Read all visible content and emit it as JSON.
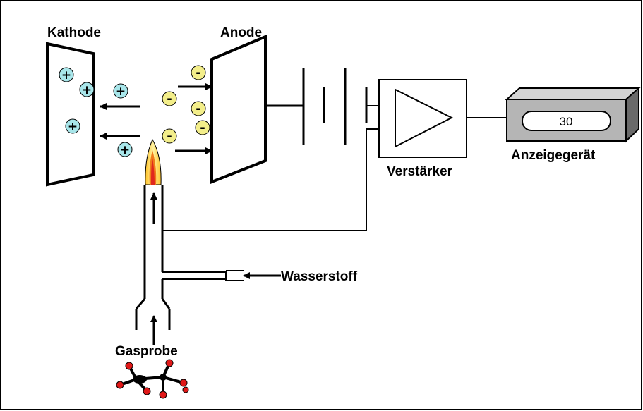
{
  "labels": {
    "kathode": "Kathode",
    "anode": "Anode",
    "verstaerker": "Verstärker",
    "anzeigegeraet": "Anzeigegerät",
    "wasserstoff": "Wasserstoff",
    "gasprobe": "Gasprobe"
  },
  "display": {
    "value": "30"
  },
  "ions": {
    "positive_symbol": "+",
    "negative_symbol": "-"
  },
  "colors": {
    "positive_ion": "#a8e6ea",
    "negative_ion": "#f3ee8a",
    "display_body": "#b5b5b5",
    "flame_outer": "#ffd23a",
    "flame_inner": "#e0281e",
    "molecule_atom": "#e01818",
    "molecule_core": "#000000"
  }
}
